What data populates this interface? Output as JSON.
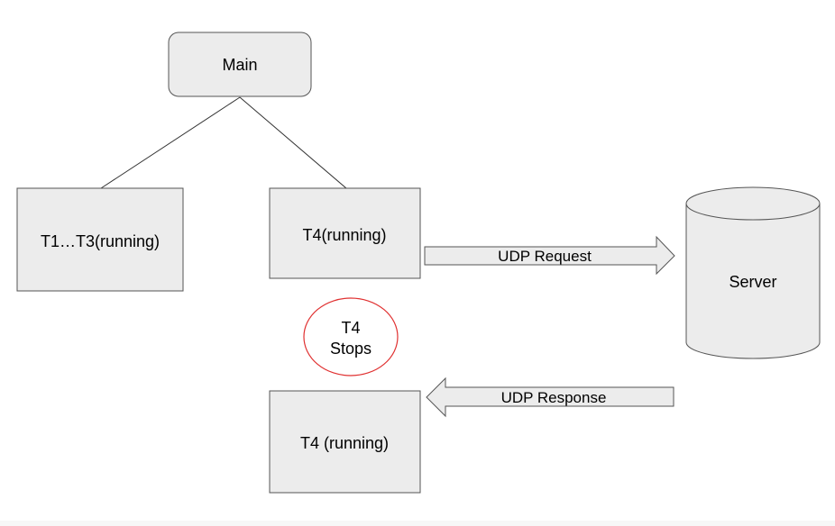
{
  "nodes": {
    "main": "Main",
    "t1_t3": "T1…T3(running)",
    "t4_top": "T4(running)",
    "t4_stops_line1": "T4",
    "t4_stops_line2": "Stops",
    "t4_bottom": "T4 (running)",
    "server": "Server"
  },
  "arrows": {
    "udp_request": "UDP Request",
    "udp_response": "UDP Response"
  },
  "colors": {
    "box_fill": "#ececec",
    "box_stroke": "#555555",
    "arrow_fill": "#ececec",
    "stop_circle_stroke": "#e03131",
    "line": "#333333"
  }
}
